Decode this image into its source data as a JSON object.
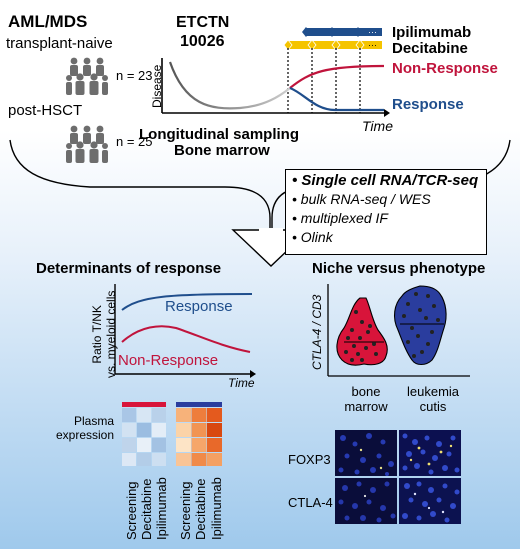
{
  "cohort": {
    "title": "AML/MDS",
    "group1_label": "transplant-naive",
    "group1_n": "n = 23",
    "group2_label": "post-HSCT",
    "group2_n": "n = 25"
  },
  "trial": {
    "name_line1": "ETCTN",
    "name_line2": "10026",
    "drug1": "Ipilimumab",
    "drug2": "Decitabine",
    "drug1_color": "#1f4e8c",
    "drug2_color": "#f5c400",
    "nonresponse_label": "Non-Response",
    "response_label": "Response",
    "y_axis_label": "Disease",
    "x_axis_label": "Time",
    "sampling_line1": "Longitudinal sampling",
    "sampling_line2": "Bone marrow",
    "nonresponse_color": "#c0143c",
    "response_color": "#1f4e8c"
  },
  "methods": {
    "items": [
      "Single cell RNA/TCR-seq",
      "bulk RNA-seq / WES",
      "multiplexed IF",
      "Olink"
    ]
  },
  "determinants": {
    "title": "Determinants of response",
    "y_label_line1": "Ratio T/NK",
    "y_label_line2": "vs. myeloid cells",
    "x_label": "Time",
    "response_label": "Response",
    "nonresponse_label": "Non-Response",
    "plasma_line1": "Plasma",
    "plasma_line2": "expression",
    "heatmap_columns": [
      "Screening",
      "Decitabine",
      "Ipilimumab"
    ],
    "heatmap2_columns": [
      "Screening",
      "Decitabine",
      "Ipilimumab"
    ]
  },
  "niche": {
    "title": "Niche versus phenotype",
    "y_label": "CTLA-4 / CD3",
    "group1_line1": "bone",
    "group1_line2": "marrow",
    "group2_line1": "leukemia",
    "group2_line2": "cutis",
    "stain1": "FOXP3",
    "stain2": "CTLA-4",
    "violin1_color": "#d8143a",
    "violin2_color": "#2a3d9e"
  },
  "colors": {
    "background_gradient_top": "#ffffff",
    "background_gradient_bottom": "#9fc9ec"
  }
}
